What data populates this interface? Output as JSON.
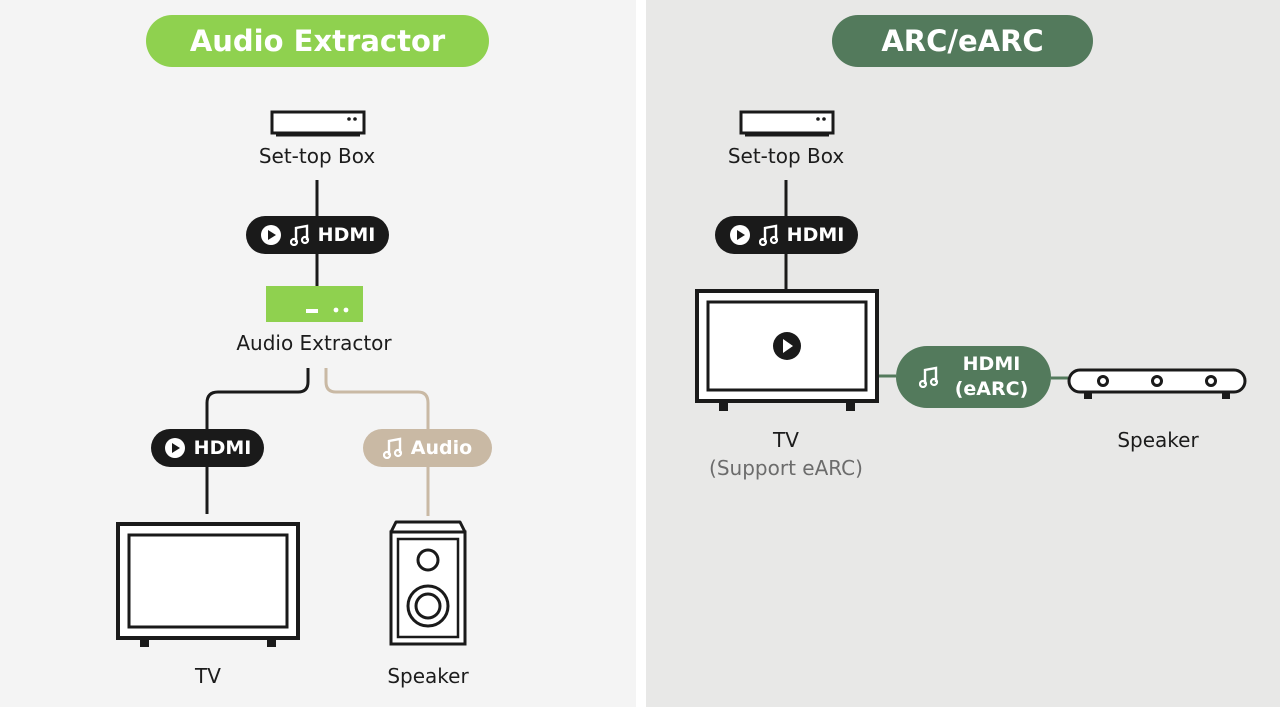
{
  "colors": {
    "accent_green": "#8fd14f",
    "arc_green": "#537a5c",
    "audio_beige": "#c9b9a4",
    "dark": "#1a1a1a"
  },
  "left": {
    "title": "Audio Extractor",
    "settop_label": "Set-top Box",
    "hdmi_top_badge": "HDMI",
    "extractor_label": "Audio Extractor",
    "hdmi_tv_badge": "HDMI",
    "audio_badge": "Audio",
    "tv_label": "TV",
    "speaker_label": "Speaker"
  },
  "right": {
    "title": "ARC/eARC",
    "settop_label": "Set-top Box",
    "hdmi_top_badge": "HDMI",
    "earc_badge_line1": "HDMI",
    "earc_badge_line2": "(eARC)",
    "tv_label": "TV",
    "tv_sublabel": "(Support eARC)",
    "speaker_label": "Speaker"
  },
  "icons": [
    "set-top-box-icon",
    "play-icon",
    "music-note-icon",
    "audio-extractor-icon",
    "tv-icon",
    "bookshelf-speaker-icon",
    "soundbar-icon"
  ]
}
